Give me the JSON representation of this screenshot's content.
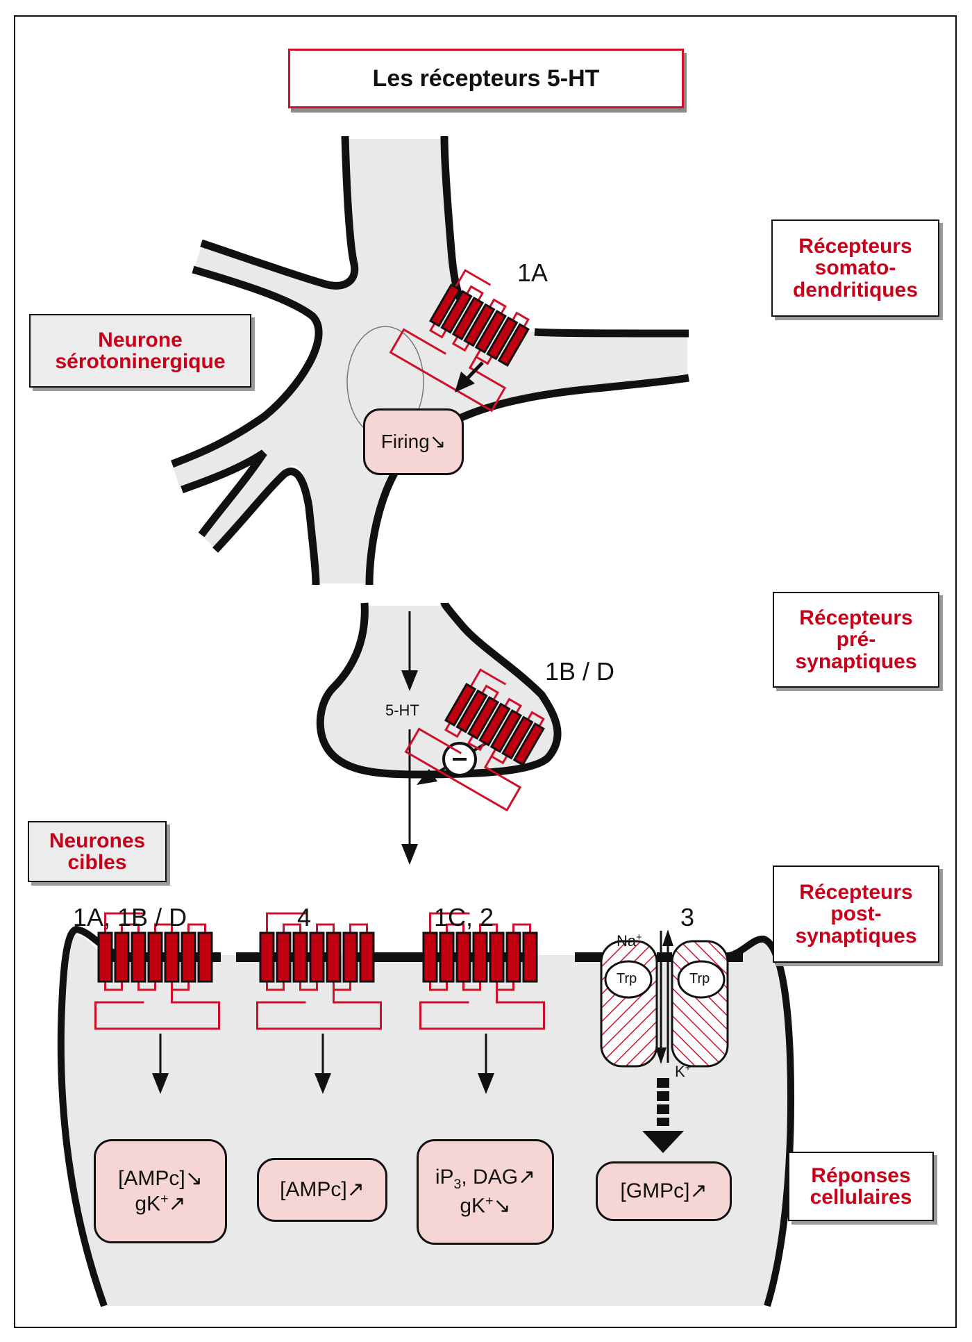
{
  "title": "Les récepteurs 5-HT",
  "side_labels": {
    "somato": [
      "Récepteurs",
      "somato-",
      "dendritiques"
    ],
    "pre": [
      "Récepteurs",
      "pré-",
      "synaptiques"
    ],
    "post": [
      "Récepteurs",
      "post-",
      "synaptiques"
    ],
    "responses": [
      "Réponses",
      "cellulaires"
    ],
    "serotonergic_neuron": [
      "Neurone",
      "sérotoninergique"
    ],
    "target_neurons": [
      "Neurones",
      "cibles"
    ]
  },
  "somatodendritic": {
    "receptor": "1A",
    "effect": "Firing",
    "effect_direction": "down"
  },
  "presynaptic": {
    "receptor": "1B / D",
    "transmitter": "5-HT",
    "feedback_sign": "−"
  },
  "postsynaptic": [
    {
      "receptor": "1A, 1B / D",
      "type": "GPCR",
      "responses": [
        "[AMPc]",
        "gK+"
      ],
      "directions": [
        "down",
        "up"
      ]
    },
    {
      "receptor": "4",
      "type": "GPCR",
      "responses": [
        "[AMPc]"
      ],
      "directions": [
        "up"
      ]
    },
    {
      "receptor": "1C, 2",
      "type": "GPCR",
      "responses": [
        "iP3, DAG",
        "gK+"
      ],
      "directions": [
        "up",
        "down"
      ]
    },
    {
      "receptor": "3",
      "type": "ion-channel",
      "channel_subunit_label": "Trp",
      "ions": [
        "Na+",
        "K+"
      ],
      "responses": [
        "[GMPc]"
      ],
      "directions": [
        "up"
      ]
    }
  ],
  "colors": {
    "label_red": "#c8001a",
    "receptor_red": "#c00010",
    "cell_fill": "#e9e9e9",
    "response_fill": "#f6d6d4"
  }
}
